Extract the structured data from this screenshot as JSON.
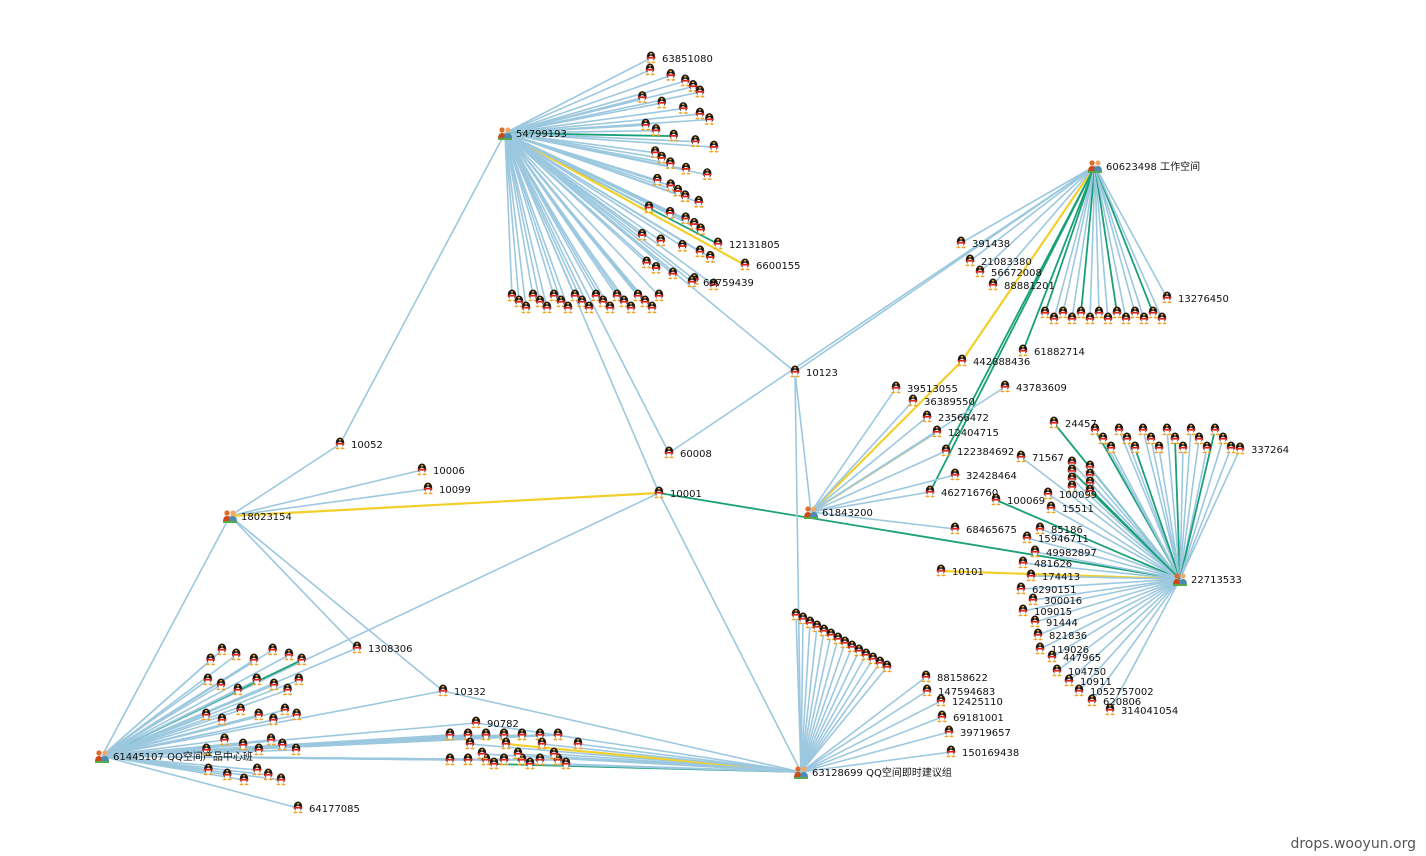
{
  "watermark": "drops.wooyun.org",
  "group_nodes": [
    {
      "id": "g54799193",
      "label": "54799193"
    },
    {
      "id": "g60623498",
      "label": "60623498 工作空间"
    },
    {
      "id": "g18023154",
      "label": "18023154"
    },
    {
      "id": "g61843200",
      "label": "61843200"
    },
    {
      "id": "g22713533",
      "label": "22713533"
    },
    {
      "id": "g61445107",
      "label": "61445107 QQ空间产品中心班"
    },
    {
      "id": "g63128699",
      "label": "63128699 QQ空间即时建议组"
    }
  ],
  "user_nodes": [
    {
      "id": "u10052",
      "label": "10052"
    },
    {
      "id": "u10006",
      "label": "10006"
    },
    {
      "id": "u10099",
      "label": "10099"
    },
    {
      "id": "u10001",
      "label": "10001"
    },
    {
      "id": "u60008",
      "label": "60008"
    },
    {
      "id": "u10123",
      "label": "10123"
    },
    {
      "id": "u10332",
      "label": "10332"
    },
    {
      "id": "u12131805",
      "label": "12131805"
    },
    {
      "id": "u6600155",
      "label": "6600155"
    },
    {
      "id": "u69759439",
      "label": "69759439"
    },
    {
      "id": "u391438",
      "label": "391438"
    },
    {
      "id": "u21083380",
      "label": "21083380"
    },
    {
      "id": "u56672008",
      "label": "56672008"
    },
    {
      "id": "u88881201",
      "label": "88881201"
    },
    {
      "id": "u13276450",
      "label": "13276450"
    },
    {
      "id": "u442888436",
      "label": "442888436"
    },
    {
      "id": "u61882714",
      "label": "61882714"
    },
    {
      "id": "u39513055",
      "label": "39513055"
    },
    {
      "id": "u43783609",
      "label": "43783609"
    },
    {
      "id": "u36389550",
      "label": "36389550"
    },
    {
      "id": "u23566472",
      "label": "23566472"
    },
    {
      "id": "u12404715",
      "label": "12404715"
    },
    {
      "id": "u122384692",
      "label": "122384692"
    },
    {
      "id": "u32428464",
      "label": "32428464"
    },
    {
      "id": "u462716760",
      "label": "462716760"
    },
    {
      "id": "u68465675",
      "label": "68465675"
    },
    {
      "id": "u10101",
      "label": "10101"
    },
    {
      "id": "u24457",
      "label": "24457"
    },
    {
      "id": "u71567",
      "label": "71567"
    },
    {
      "id": "u337264",
      "label": "337264"
    },
    {
      "id": "u100069",
      "label": "100069"
    },
    {
      "id": "u100099",
      "label": "100099"
    },
    {
      "id": "u15511",
      "label": "15511"
    },
    {
      "id": "u85186",
      "label": "85186"
    },
    {
      "id": "u15946711",
      "label": "15946711"
    },
    {
      "id": "u49982897",
      "label": "49982897"
    },
    {
      "id": "u481626",
      "label": "481626"
    },
    {
      "id": "u174413",
      "label": "174413"
    },
    {
      "id": "u6290151",
      "label": "6290151"
    },
    {
      "id": "u300016",
      "label": "300016"
    },
    {
      "id": "u109015",
      "label": "109015"
    },
    {
      "id": "u91444",
      "label": "91444"
    },
    {
      "id": "u821836",
      "label": "821836"
    },
    {
      "id": "u119026",
      "label": "119026"
    },
    {
      "id": "u447965",
      "label": "447965"
    },
    {
      "id": "u104750",
      "label": "104750"
    },
    {
      "id": "u10911",
      "label": "10911"
    },
    {
      "id": "u1052757002",
      "label": "1052757002"
    },
    {
      "id": "u620806",
      "label": "620806"
    },
    {
      "id": "u314041054",
      "label": "314041054"
    },
    {
      "id": "u63851080",
      "label": "63851080"
    },
    {
      "id": "u88158622",
      "label": "88158622"
    },
    {
      "id": "u147594683",
      "label": "147594683"
    },
    {
      "id": "u12425110",
      "label": "12425110"
    },
    {
      "id": "u69181001",
      "label": "69181001"
    },
    {
      "id": "u39719657",
      "label": "39719657"
    },
    {
      "id": "u150169438",
      "label": "150169438"
    },
    {
      "id": "u1308306",
      "label": "1308306"
    },
    {
      "id": "u90782",
      "label": "90782"
    },
    {
      "id": "u64177085",
      "label": "64177085"
    }
  ]
}
